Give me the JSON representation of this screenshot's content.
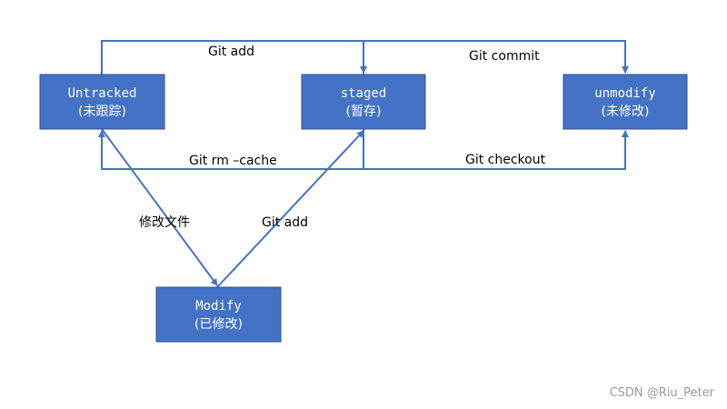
{
  "nodes": {
    "untracked": {
      "title": "Untracked",
      "subtitle": "(未跟踪)"
    },
    "staged": {
      "title": "staged",
      "subtitle": "(暂存)"
    },
    "unmodify": {
      "title": "unmodify",
      "subtitle": "(未修改)"
    },
    "modify": {
      "title": "Modify",
      "subtitle": "(已修改)"
    }
  },
  "edges": {
    "untracked_to_staged": "Git add",
    "staged_to_unmodify": "Git commit",
    "staged_to_untracked": "Git rm –cache",
    "unmodify_to_staged": "Git checkout",
    "untracked_to_modify": "修改文件",
    "modify_to_staged": "Git add"
  },
  "watermark": "CSDN @Riu_Peter",
  "colors": {
    "node_fill": "#4472c4",
    "node_border": "#2f528f",
    "edge": "#4472c4"
  }
}
